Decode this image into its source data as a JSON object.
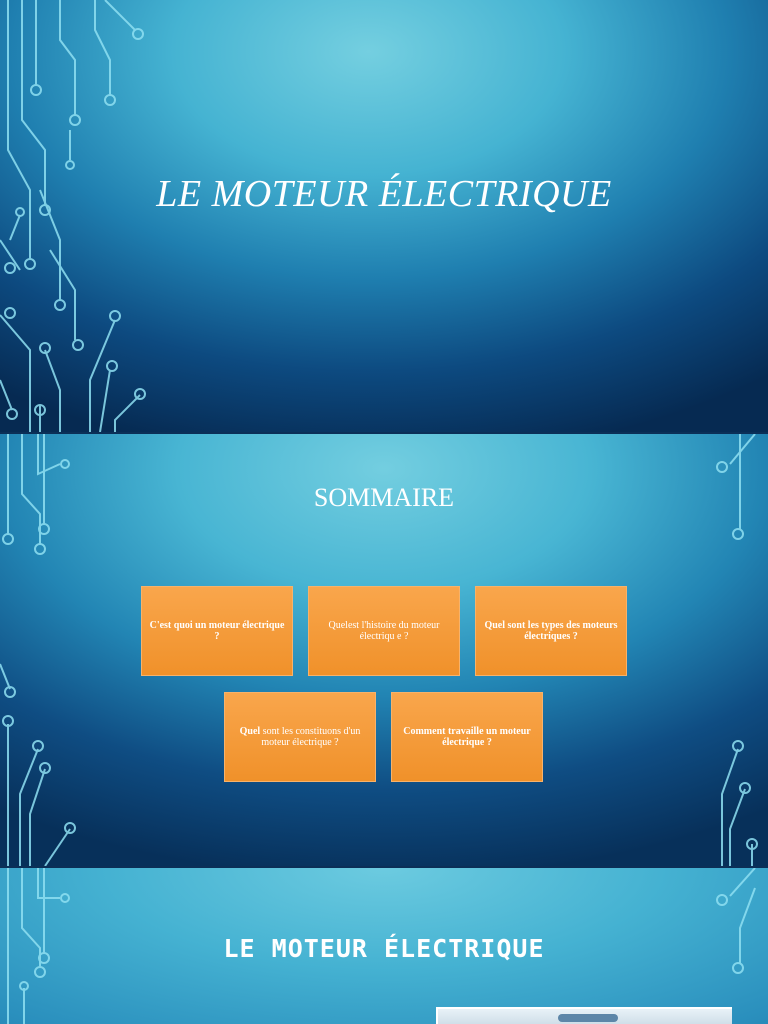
{
  "slide1": {
    "title": "LE MOTEUR ÉLECTRIQUE"
  },
  "slide2": {
    "title": "SOMMAIRE",
    "boxes": [
      {
        "bold": "C'est quoi un moteur électrique ?",
        "rest": ""
      },
      {
        "bold": "",
        "rest": "Quelest l'histoire du moteur électriqu e ?"
      },
      {
        "bold": "Quel sont les types des moteurs électriques ?",
        "rest": ""
      },
      {
        "bold": "Quel",
        "rest": " sont les constituons d'un moteur électrique ?"
      },
      {
        "bold": "Comment travaille un moteur électrique ?",
        "rest": ""
      }
    ]
  },
  "slide3": {
    "title": "LE MOTEUR ÉLECTRIQUE"
  },
  "colors": {
    "box_orange": "#f39a37",
    "accent_cyan": "#7fd3ea"
  }
}
